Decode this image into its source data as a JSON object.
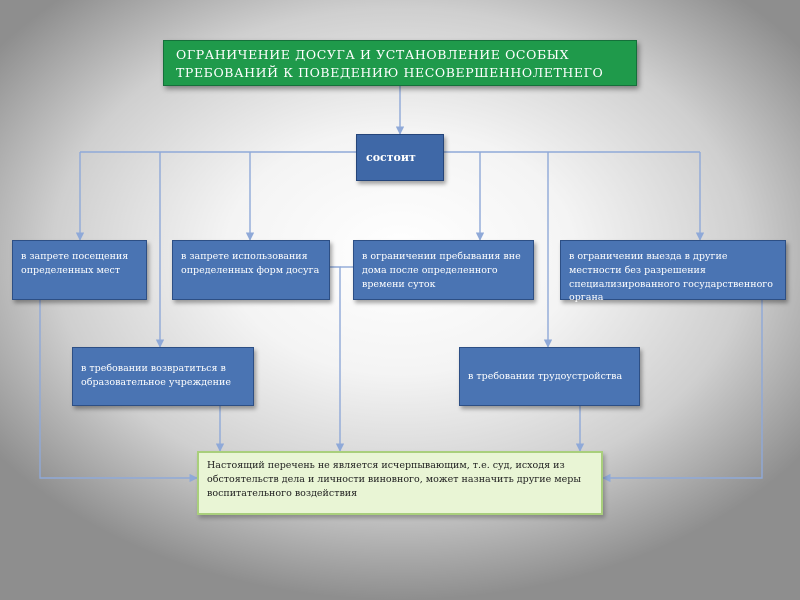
{
  "title": "ОГРАНИЧЕНИЕ ДОСУГА И УСТАНОВЛЕНИЕ ОСОБЫХ ТРЕБОВАНИЙ К ПОВЕДЕНИЮ НЕСОВЕРШЕННОЛЕТНЕГО",
  "center_label": "состоит",
  "items": {
    "ban_visiting": "в запрете посещения определенных мест",
    "ban_leisure": "в запрете использования определенных форм досуга",
    "stay_restriction": "в ограничении пребывания вне дома после определенного времени суток",
    "travel_restriction": "в ограничении выезда в другие местности без разрешения специализированного государственного органа",
    "return_education": "в требовании возвратиться в образовательное учреждение",
    "employment": "в требовании трудоустройства"
  },
  "note": "Настоящий перечень не является исчерпывающим, т.е. суд, исходя из обстоятельств дела и личности виновного, может назначить другие меры воспитательного воздействия",
  "colors": {
    "title_bg": "#1f9a4b",
    "box_bg": "#4a74b3",
    "note_bg": "#e9f5d5",
    "connector": "#8fa9d8"
  }
}
